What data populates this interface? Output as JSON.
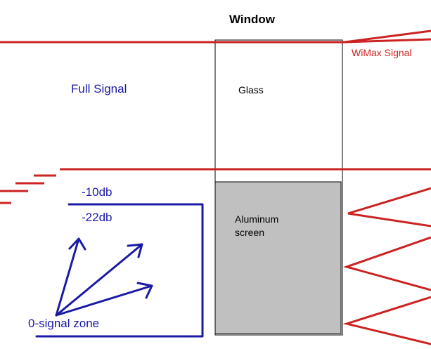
{
  "labels": {
    "window": "Window",
    "wimax": "WiMax Signal",
    "full_signal": "Full Signal",
    "glass": "Glass",
    "aluminum_line1": "Aluminum",
    "aluminum_line2": "screen",
    "minus10": "-10db",
    "minus22": "-22db",
    "zero_zone": "0-signal zone"
  },
  "colors": {
    "signal_red": "#cc2222",
    "annotation_blue": "#1a1aa6",
    "screen_fill": "#c0c0c0",
    "outline": "#000000"
  }
}
